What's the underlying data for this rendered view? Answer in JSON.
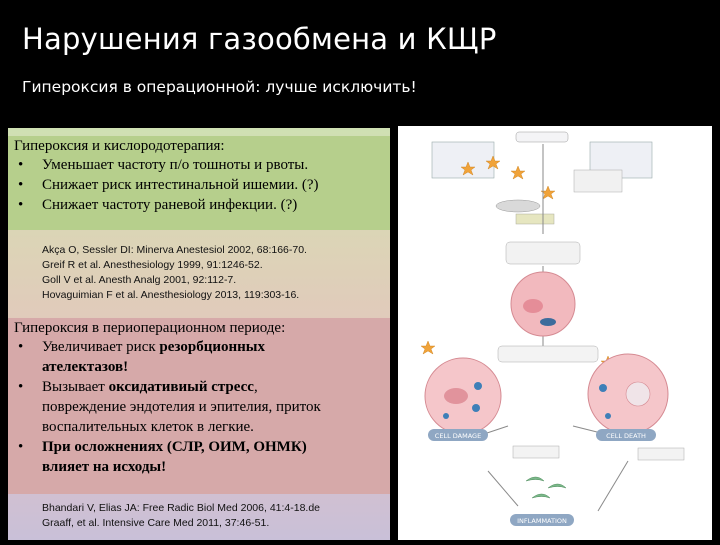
{
  "title": "Нарушения газообмена и КЩР",
  "subtitle": "Гипероксия в операционной: лучше исключить!",
  "benefits": {
    "heading": "Гипероксия и кислородотерапия:",
    "items": [
      "Уменьшает частоту п/о тошноты и рвоты.",
      "Снижает риск интестинальной ишемии. (?)",
      "Снижает частоту раневой инфекции. (?)"
    ],
    "refs": [
      "Akça O, Sessler DI: Minerva Anestesiol 2002, 68:166-70.",
      "Greif R et al. Anesthesiology 1999, 91:1246-52.",
      "Goll V et al. Anesth Analg 2001, 92:112-7.",
      "Hovaguimian F et al. Anesthesiology 2013, 119:303-16."
    ]
  },
  "risks": {
    "heading": "Гипероксия в периоперационном периоде:",
    "item1": [
      "Увеличивает риск ",
      "резорбционных",
      "ателектазов!"
    ],
    "item2": [
      "Вызывает ",
      "оксидативиый стресс",
      ",",
      "повреждение эндотелия и эпителия, приток",
      "воспалительных клеток в легкие."
    ],
    "item3": [
      "При осложнениях (СЛР, ОИМ, ОНМК)",
      "влияет на исходы!"
    ],
    "refs": [
      "Bhandari V, Elias JA: Free Radic Biol Med 2006, 41:4-18.de",
      "Graaff, et al. Intensive Care Med 2011, 37:46-51."
    ]
  },
  "figure": {
    "labels": {
      "cell_damage": "CELL DAMAGE",
      "cell_death": "CELL DEATH",
      "inflammation": "INFLAMMATION"
    }
  }
}
